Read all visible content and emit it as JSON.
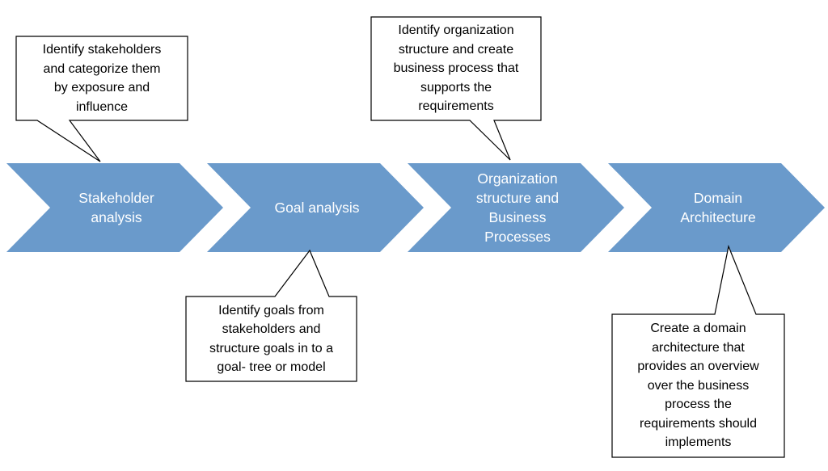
{
  "colors": {
    "chevron_fill": "#6A9ACB",
    "step_text": "#ffffff",
    "callout_border": "#000000"
  },
  "steps": [
    {
      "label": "Stakeholder analysis",
      "lines": [
        "Stakeholder",
        "analysis"
      ]
    },
    {
      "label": "Goal analysis",
      "lines": [
        "Goal analysis"
      ]
    },
    {
      "label": "Organization structure and Business Processes",
      "lines": [
        "Organization",
        "structure and",
        "Business",
        "Processes"
      ]
    },
    {
      "label": "Domain Architecture",
      "lines": [
        "Domain",
        "Architecture"
      ]
    }
  ],
  "callouts": [
    {
      "lines": [
        "Identify stakeholders",
        "and categorize them",
        "by exposure and",
        "influence"
      ]
    },
    {
      "lines": [
        "Identify goals from",
        "stakeholders and",
        "structure goals in to a",
        "goal- tree or model"
      ]
    },
    {
      "lines": [
        "Identify organization",
        "structure and create",
        "business process that",
        "supports the",
        "requirements"
      ]
    },
    {
      "lines": [
        "Create a domain",
        "architecture that",
        "provides an overview",
        "over the business",
        "process the",
        "requirements should",
        "implements"
      ]
    }
  ]
}
